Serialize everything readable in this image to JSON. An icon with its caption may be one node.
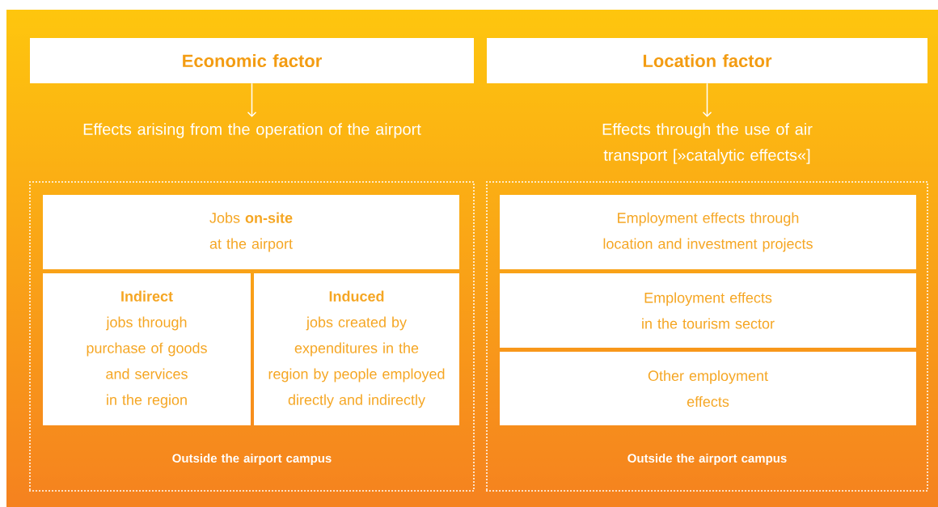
{
  "diagram": {
    "nodes": [
      {
        "text": [
          "Economic factor"
        ]
      },
      {
        "text": [
          "Location factor"
        ]
      },
      {
        "text": [
          "Effects arising from the operation of the airport"
        ]
      },
      {
        "text": [
          "Effects through the use of air transport [»catalytic effects«]"
        ]
      },
      {
        "text": [
          "Outside the airport campus"
        ]
      },
      {
        "text": [
          "Jobs **on-site** at the airport"
        ],
        "in": 4
      },
      {
        "text": [
          "Indirect",
          "jobs through purchase of goods and services in the region"
        ],
        "in": 4
      },
      {
        "text": [
          "Induced",
          "jobs created by expenditures in the region by people employed directly and indirectly"
        ],
        "in": 4
      },
      {
        "text": [
          "Outside the airport campus"
        ]
      },
      {
        "text": [
          "Employment effects through location and investment projects"
        ],
        "in": 8
      },
      {
        "text": [
          "Employment effects in the tourism sector"
        ],
        "in": 8
      },
      {
        "text": [
          "Other employment effects"
        ],
        "in": 8
      }
    ],
    "edges": [
      {
        "from": 0,
        "to": 2,
        "arrow": "to"
      },
      {
        "from": 1,
        "to": 3,
        "arrow": "to"
      }
    ]
  }
}
